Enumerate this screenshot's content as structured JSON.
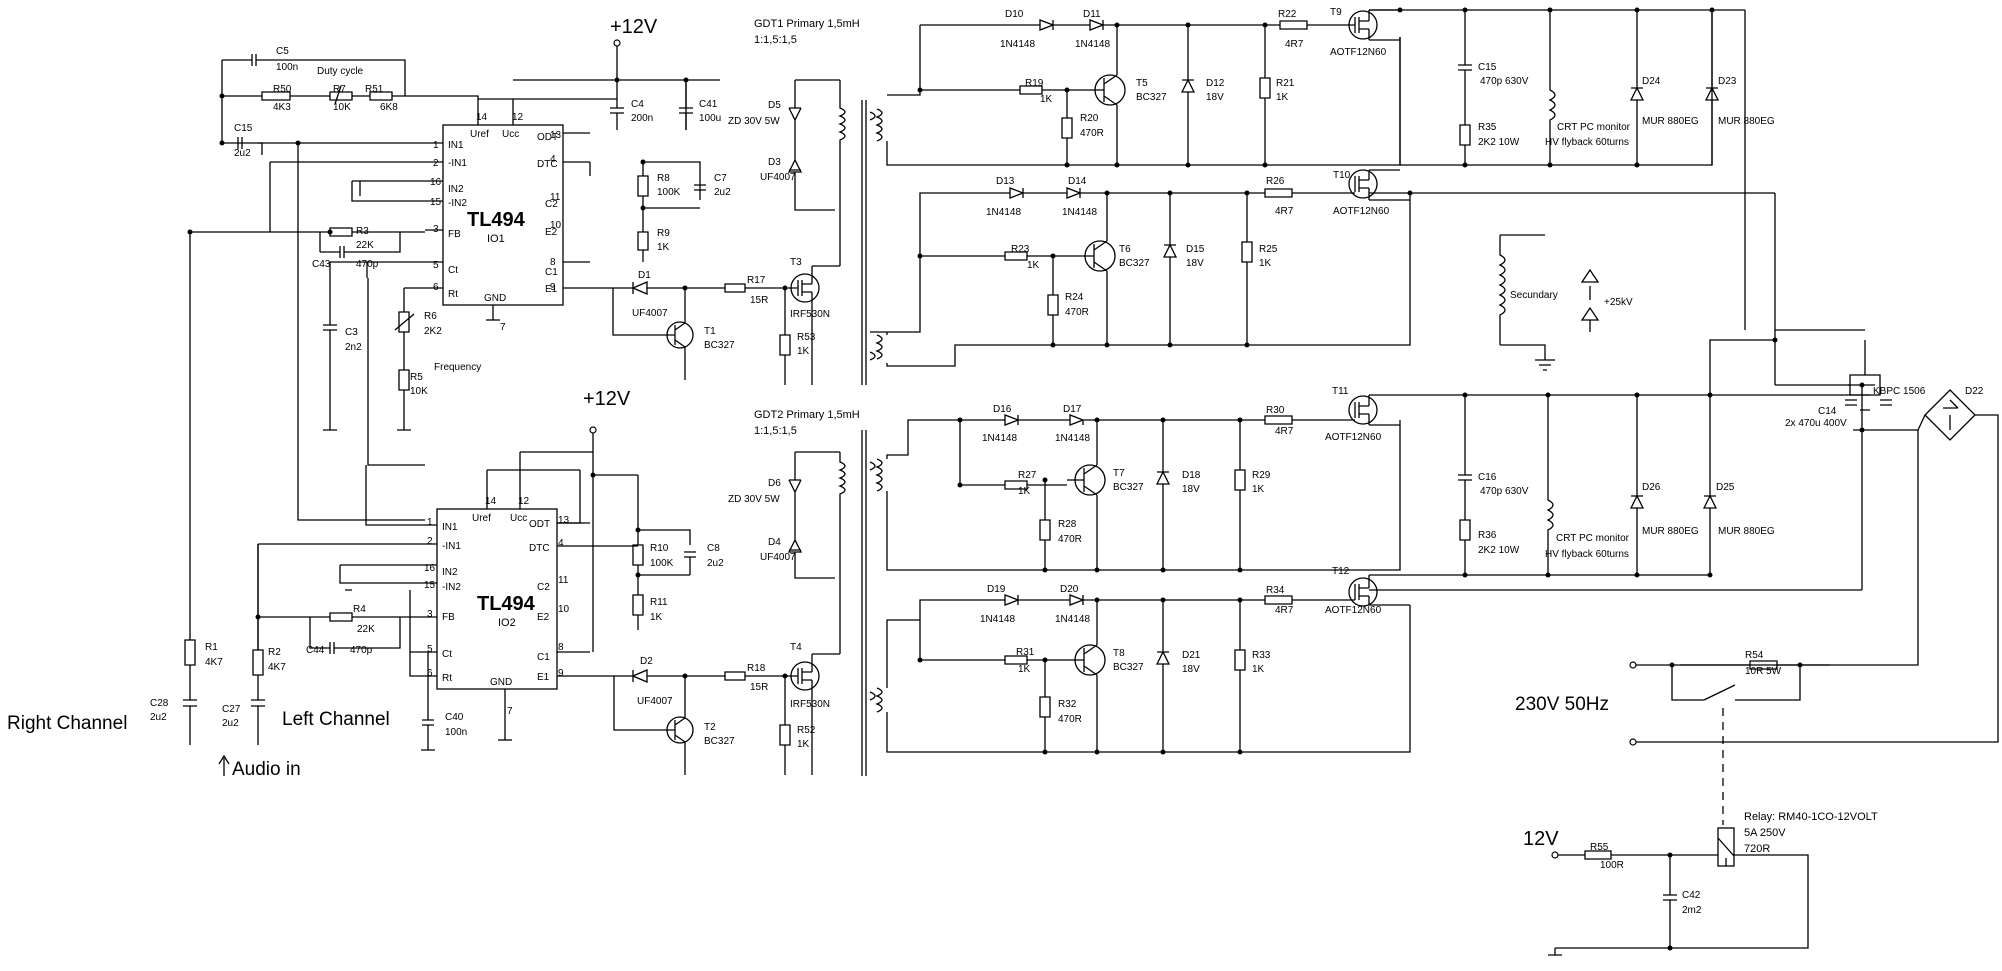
{
  "supplies": {
    "v12_a": "+12V",
    "v12_b": "+12V",
    "v12_relay": "12V",
    "mains": "230V 50Hz",
    "hv": "+25kV"
  },
  "transformers": {
    "gdt1": "GDT1 Primary 1,5mH",
    "gdt1_ratio": "1:1,5:1,5",
    "gdt2": "GDT2 Primary 1,5mH",
    "gdt2_ratio": "1:1,5:1,5",
    "flyback_a1": "CRT PC monitor",
    "flyback_a2": "HV flyback 60turns",
    "flyback_b1": "CRT PC monitor",
    "flyback_b2": "HV flyback 60turns",
    "secundary": "Secundary"
  },
  "ic1": {
    "name": "TL494",
    "ref": "IO1",
    "p_uref": "Uref",
    "p_ucc": "Ucc",
    "p_in1": "IN1",
    "p_nin1": "-IN1",
    "p_in2": "IN2",
    "p_nin2": "-IN2",
    "p_fb": "FB",
    "p_ct": "Ct",
    "p_rt": "Rt",
    "p_gnd": "GND",
    "p_odt": "ODT",
    "p_dtc": "DTC",
    "p_c2": "C2",
    "p_e2": "E2",
    "p_c1": "C1",
    "p_e1": "E1",
    "n1": "1",
    "n2": "2",
    "n16": "16",
    "n15": "15",
    "n3": "3",
    "n5": "5",
    "n6": "6",
    "n14": "14",
    "n12": "12",
    "n13": "13",
    "n4": "4",
    "n11": "11",
    "n10": "10",
    "n8": "8",
    "n9": "9",
    "n7": "7"
  },
  "ic2": {
    "name": "TL494",
    "ref": "IO2",
    "p_uref": "Uref",
    "p_ucc": "Ucc",
    "p_in1": "IN1",
    "p_nin1": "-IN1",
    "p_in2": "IN2",
    "p_nin2": "-IN2",
    "p_fb": "FB",
    "p_ct": "Ct",
    "p_rt": "Rt",
    "p_gnd": "GND",
    "p_odt": "ODT",
    "p_dtc": "DTC",
    "p_c2": "C2",
    "p_e2": "E2",
    "p_c1": "C1",
    "p_e1": "E1",
    "n1": "1",
    "n2": "2",
    "n16": "16",
    "n15": "15",
    "n3": "3",
    "n5": "5",
    "n6": "6",
    "n14": "14",
    "n12": "12",
    "n13": "13",
    "n4": "4",
    "n11": "11",
    "n10": "10",
    "n8": "8",
    "n9": "9",
    "n7": "7"
  },
  "parts": {
    "C5": "C5",
    "C5v": "100n",
    "duty": "Duty cycle",
    "R50": "R50",
    "R50v": "4K3",
    "R7": "R7",
    "R7v": "10K",
    "R51": "R51",
    "R51v": "6K8",
    "C15": "C15",
    "C15v": "2u2",
    "R3": "R3",
    "R3v": "22K",
    "C43": "C43",
    "C43v": "470p",
    "C3": "C3",
    "C3v": "2n2",
    "R6": "R6",
    "R6v": "2K2",
    "freq": "Frequency",
    "R5": "R5",
    "R5v": "10K",
    "C4": "C4",
    "C4v": "200n",
    "C41": "C41",
    "C41v": "100u",
    "R8": "R8",
    "R8v": "100K",
    "C7": "C7",
    "C7v": "2u2",
    "R9": "R9",
    "R9v": "1K",
    "D1": "D1",
    "D1v": "UF4007",
    "T1": "T1",
    "T1v": "BC327",
    "R17": "R17",
    "R17v": "15R",
    "R53": "R53",
    "R53v": "1K",
    "D5": "D5",
    "D5v": "ZD 30V 5W",
    "D3": "D3",
    "D3v": "UF4007",
    "T3": "T3",
    "T3v": "IRF530N",
    "R4": "R4",
    "R4v": "22K",
    "C44": "C44",
    "C44v": "470p",
    "C40": "C40",
    "C40v": "100n",
    "R10": "R10",
    "R10v": "100K",
    "C8": "C8",
    "C8v": "2u2",
    "R11": "R11",
    "R11v": "1K",
    "D2": "D2",
    "D2v": "UF4007",
    "T2": "T2",
    "T2v": "BC327",
    "R18": "R18",
    "R18v": "15R",
    "R52": "R52",
    "R52v": "1K",
    "D6": "D6",
    "D6v": "ZD 30V 5W",
    "D4": "D4",
    "D4v": "UF4007",
    "T4": "T4",
    "T4v": "IRF530N",
    "R1": "R1",
    "R1v": "4K7",
    "R2": "R2",
    "R2v": "4K7",
    "C28": "C28",
    "C28v": "2u2",
    "C27": "C27",
    "C27v": "2u2",
    "D10": "D10",
    "D10v": "1N4148",
    "D11": "D11",
    "D11v": "1N4148",
    "R19": "R19",
    "R19v": "1K",
    "T5": "T5",
    "T5v": "BC327",
    "R20": "R20",
    "R20v": "470R",
    "D12": "D12",
    "D12v": "18V",
    "R21": "R21",
    "R21v": "1K",
    "R22": "R22",
    "R22v": "4R7",
    "T9": "T9",
    "T9v": "AOTF12N60",
    "D13": "D13",
    "D13v": "1N4148",
    "D14": "D14",
    "D14v": "1N4148",
    "R23": "R23",
    "R23v": "1K",
    "T6": "T6",
    "T6v": "BC327",
    "R24": "R24",
    "R24v": "470R",
    "D15": "D15",
    "D15v": "18V",
    "R25": "R25",
    "R25v": "1K",
    "R26": "R26",
    "R26v": "4R7",
    "T10": "T10",
    "T10v": "AOTF12N60",
    "C15b": "C15",
    "C15bv": "470p 630V",
    "R35": "R35",
    "R35v": "2K2 10W",
    "D24": "D24",
    "D24v": "MUR 880EG",
    "D23": "D23",
    "D23v": "MUR 880EG",
    "D16": "D16",
    "D16v": "1N4148",
    "D17": "D17",
    "D17v": "1N4148",
    "R27": "R27",
    "R27v": "1K",
    "T7": "T7",
    "T7v": "BC327",
    "R28": "R28",
    "R28v": "470R",
    "D18": "D18",
    "D18v": "18V",
    "R29": "R29",
    "R29v": "1K",
    "R30": "R30",
    "R30v": "4R7",
    "T11": "T11",
    "T11v": "AOTF12N60",
    "D19": "D19",
    "D19v": "1N4148",
    "D20": "D20",
    "D20v": "1N4148",
    "R31": "R31",
    "R31v": "1K",
    "T8": "T8",
    "T8v": "BC327",
    "R32": "R32",
    "R32v": "470R",
    "D21": "D21",
    "D21v": "18V",
    "R33": "R33",
    "R33v": "1K",
    "R34": "R34",
    "R34v": "4R7",
    "T12": "T12",
    "T12v": "AOTF12N60",
    "C16": "C16",
    "C16v": "470p 630V",
    "R36": "R36",
    "R36v": "2K2 10W",
    "D26": "D26",
    "D26v": "MUR 880EG",
    "D25": "D25",
    "D25v": "MUR 880EG",
    "C14": "C14",
    "C14v": "2x 470u 400V",
    "KBPC": "KBPC 1506",
    "D22": "D22",
    "R54": "R54",
    "R54v": "10R 5W",
    "relay1": "Relay: RM40-1CO-12VOLT",
    "relay2": "5A 250V",
    "relay3": "720R",
    "R55": "R55",
    "R55v": "100R",
    "C42": "C42",
    "C42v": "2m2"
  },
  "labels": {
    "right_channel": "Right Channel",
    "left_channel": "Left Channel",
    "audio_in": "Audio in"
  }
}
